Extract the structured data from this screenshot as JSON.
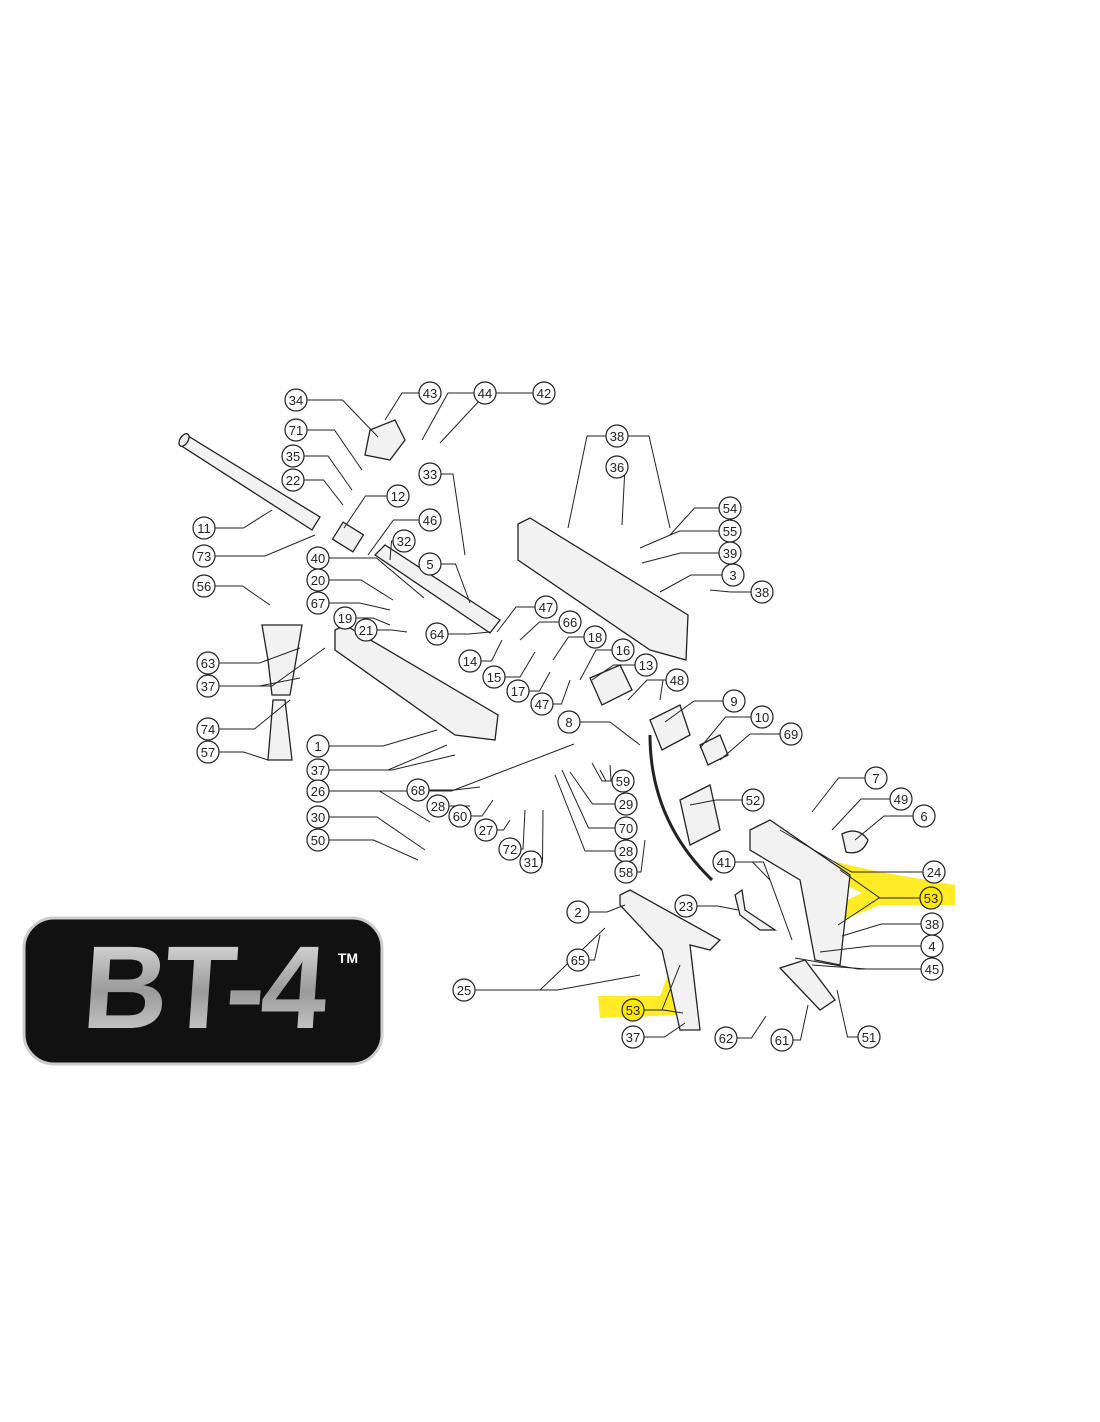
{
  "title": "BT-4 exploded parts diagram",
  "logo": {
    "text": "BT-4",
    "trademark": "TM"
  },
  "callouts": [
    "43",
    "44",
    "42",
    "34",
    "71",
    "35",
    "22",
    "33",
    "12",
    "11",
    "73",
    "46",
    "32",
    "40",
    "5",
    "20",
    "67",
    "56",
    "19",
    "21",
    "47",
    "66",
    "64",
    "18",
    "14",
    "16",
    "63",
    "15",
    "13",
    "37",
    "17",
    "48",
    "47",
    "74",
    "9",
    "8",
    "10",
    "69",
    "1",
    "37",
    "57",
    "26",
    "59",
    "68",
    "28",
    "7",
    "29",
    "52",
    "49",
    "60",
    "6",
    "27",
    "70",
    "30",
    "72",
    "28",
    "50",
    "31",
    "41",
    "24",
    "58",
    "53",
    "2",
    "23",
    "38",
    "4",
    "65",
    "45",
    "25",
    "53",
    "37",
    "62",
    "61",
    "51",
    "38",
    "36",
    "54",
    "55",
    "39",
    "3",
    "38"
  ],
  "highlighted_callouts": [
    "53"
  ],
  "colors": {
    "highlight": "#ffe800",
    "line": "#222222",
    "part_fill": "#f2f2f2",
    "logo_bg": "#111111"
  }
}
